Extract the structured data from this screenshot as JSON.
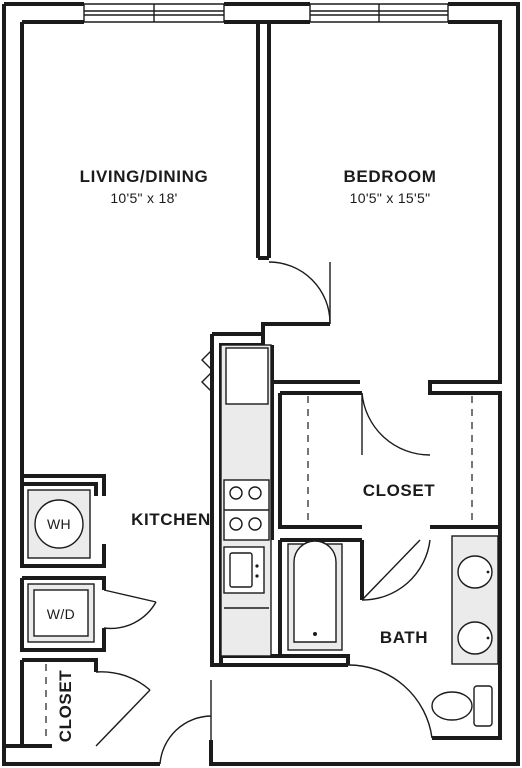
{
  "rooms": {
    "living": {
      "name": "LIVING/DINING",
      "dims": "10'5\" x 18'"
    },
    "bedroom": {
      "name": "BEDROOM",
      "dims": "10'5\" x 15'5\""
    },
    "kitchen": {
      "name": "KITCHEN"
    },
    "closet_main": {
      "name": "CLOSET"
    },
    "bath": {
      "name": "BATH"
    },
    "closet_entry": {
      "name": "CLOSET"
    }
  },
  "fixtures": {
    "water_heater": "WH",
    "washer_dryer": "W/D"
  },
  "colors": {
    "wall": "#1b1b1b",
    "fixture_fill": "#ebebeb",
    "background": "#ffffff"
  }
}
